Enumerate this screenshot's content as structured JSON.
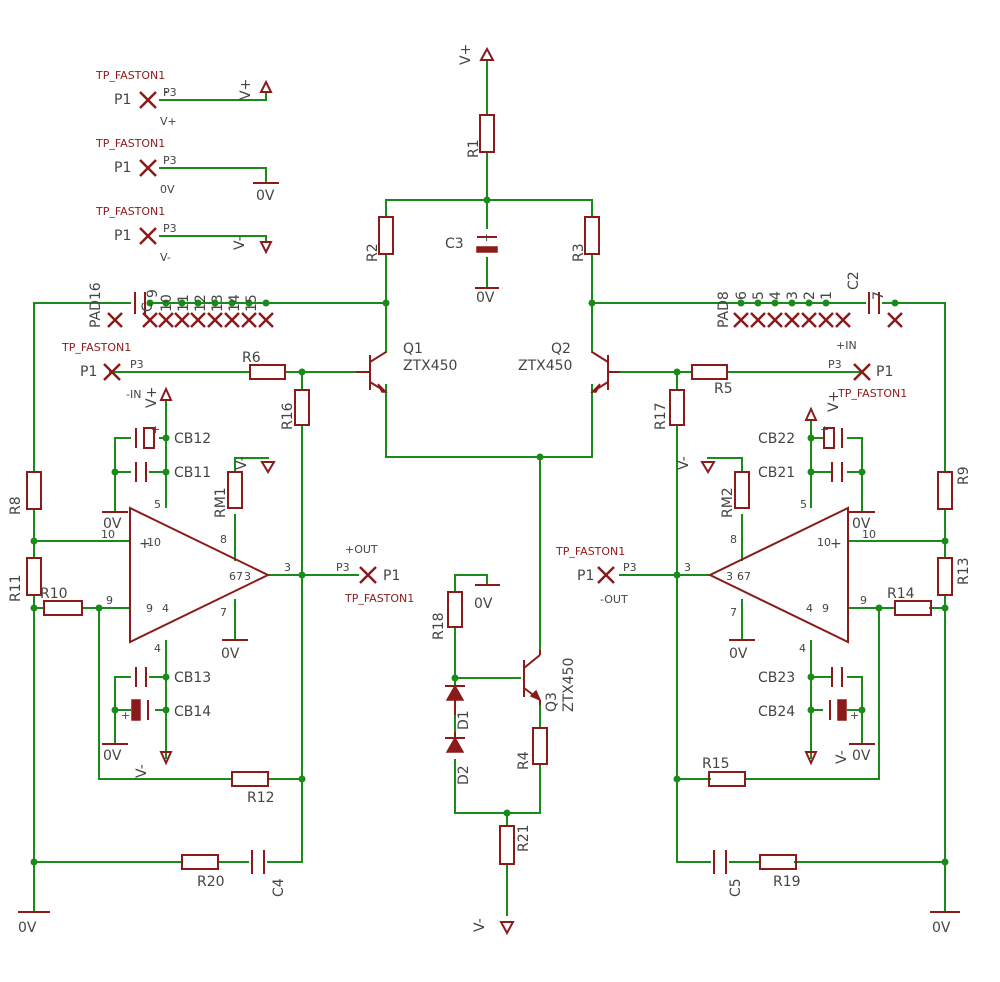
{
  "labels": {
    "vplus_top": "V+",
    "r1": "R1",
    "r2": "R2",
    "r3": "R3",
    "c3": "C3",
    "gnd_c3": "0V",
    "q1": "Q1",
    "q1_part": "ZTX450",
    "q2": "Q2",
    "q2_part": "ZTX450",
    "q3": "Q3",
    "q3_part": "ZTX450",
    "r4": "R4",
    "r5": "R5",
    "r6": "R6",
    "r8": "R8",
    "r9": "R9",
    "r10": "R10",
    "r11": "R11",
    "r12": "R12",
    "r13": "R13",
    "r14": "R14",
    "r15": "R15",
    "r16": "R16",
    "r17": "R17",
    "r18": "R18",
    "r19": "R19",
    "r20": "R20",
    "r21": "R21",
    "rm1": "RM1",
    "rm2": "RM2",
    "c2": "C2",
    "c4": "C4",
    "c5": "C5",
    "cb11": "CB11",
    "cb12": "CB12",
    "cb13": "CB13",
    "cb14": "CB14",
    "cb21": "CB21",
    "cb22": "CB22",
    "cb23": "CB23",
    "cb24": "CB24",
    "d1": "D1",
    "d2": "D2",
    "pad16": "PAD16",
    "pad8": "PAD8",
    "pads_left": [
      "C",
      "9",
      "10",
      "11",
      "12",
      "13",
      "14",
      "15"
    ],
    "pads_right": [
      "6",
      "5",
      "4",
      "3",
      "2",
      "1"
    ],
    "pad7": "7",
    "tp_faston": "TP_FASTON1",
    "p1": "P1",
    "p3": "P3",
    "in_minus": "-IN",
    "in_plus": "+IN",
    "out_plus": "+OUT",
    "out_minus": "-OUT",
    "vplus": "V+",
    "vminus": "V-",
    "zerov": "0V",
    "vplus_net": "V+",
    "zerov_net": "0V",
    "vminus_net": "V-",
    "pin10": "10",
    "pin9": "9",
    "pin8": "8",
    "pin7": "7",
    "pin4": "4",
    "pin5": "5",
    "pin3": "3",
    "pin67": "67",
    "pin6": "6",
    "plus_sign": "+",
    "minus_sign": "-"
  },
  "colors": {
    "wire": "#1a8a1a",
    "part": "#8b1a1a",
    "text": "#444444"
  }
}
